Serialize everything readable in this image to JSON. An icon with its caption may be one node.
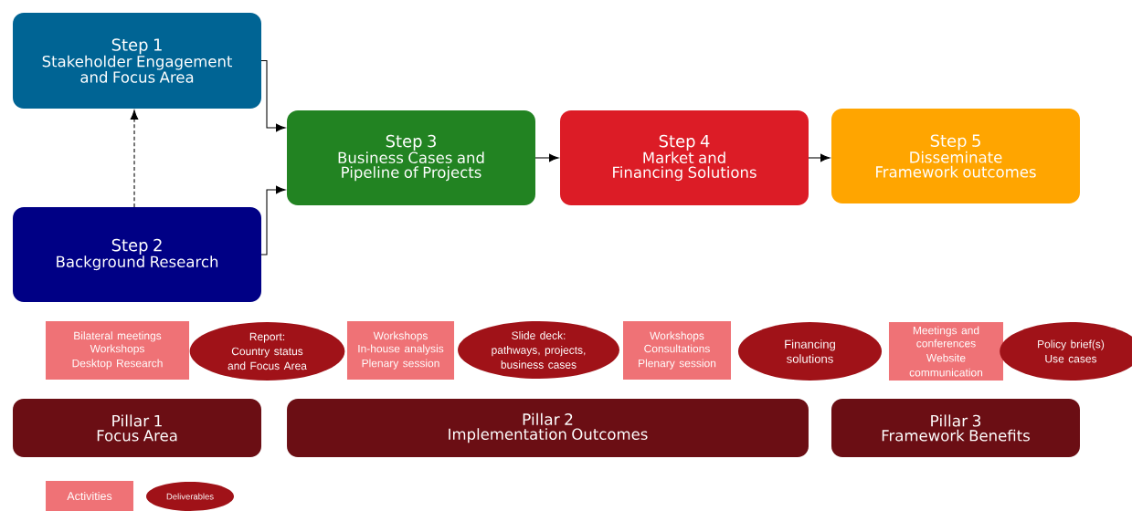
{
  "diagram": {
    "nodes": [
      {
        "text": [
          "Step 1",
          "Stakeholder Engagement and Focus Area"
        ]
      },
      {
        "text": [
          "Step 2",
          "Background Research"
        ]
      },
      {
        "text": [
          "Step 3",
          "Business Cases and Pipeline of Projects"
        ]
      },
      {
        "text": [
          "Step 4",
          "Market and Financing Solutions"
        ]
      },
      {
        "text": [
          "Step 5",
          "Disseminate Framework outcomes"
        ]
      },
      {
        "text": [
          "Bilateral meetings",
          "Workshops",
          "Desktop Research"
        ]
      },
      {
        "text": [
          "Report:",
          "Country status and Focus Area"
        ]
      },
      {
        "text": [
          "Workshops",
          "In-house analysis",
          "Plenary session"
        ]
      },
      {
        "text": [
          "Slide deck:",
          "pathways, projects, business cases"
        ]
      },
      {
        "text": [
          "Workshops",
          "Consultations",
          "Plenary session"
        ]
      },
      {
        "text": [
          "Financing solutions"
        ]
      },
      {
        "text": [
          "Meetings and conferences",
          "Website communication"
        ]
      },
      {
        "text": [
          "Policy brief(s)",
          "Use cases"
        ]
      },
      {
        "text": [
          "Pillar 1",
          "Focus Area"
        ]
      },
      {
        "text": [
          "Pillar 2",
          "Implementation Outcomes"
        ]
      },
      {
        "text": [
          "Pillar 3",
          "Framework Benefits"
        ]
      }
    ],
    "edges": [
      {
        "from": 1,
        "to": 0,
        "arrow": "to",
        "style": "dashed"
      },
      {
        "from": 0,
        "to": 2,
        "arrow": "to"
      },
      {
        "from": 1,
        "to": 2,
        "arrow": "to"
      },
      {
        "from": 2,
        "to": 3,
        "arrow": "to"
      },
      {
        "from": 3,
        "to": 4,
        "arrow": "to"
      }
    ],
    "legend": [
      {
        "text": "Activities",
        "color": "#ef7276"
      },
      {
        "text": "Deliverables",
        "color": "#a01218"
      }
    ]
  }
}
